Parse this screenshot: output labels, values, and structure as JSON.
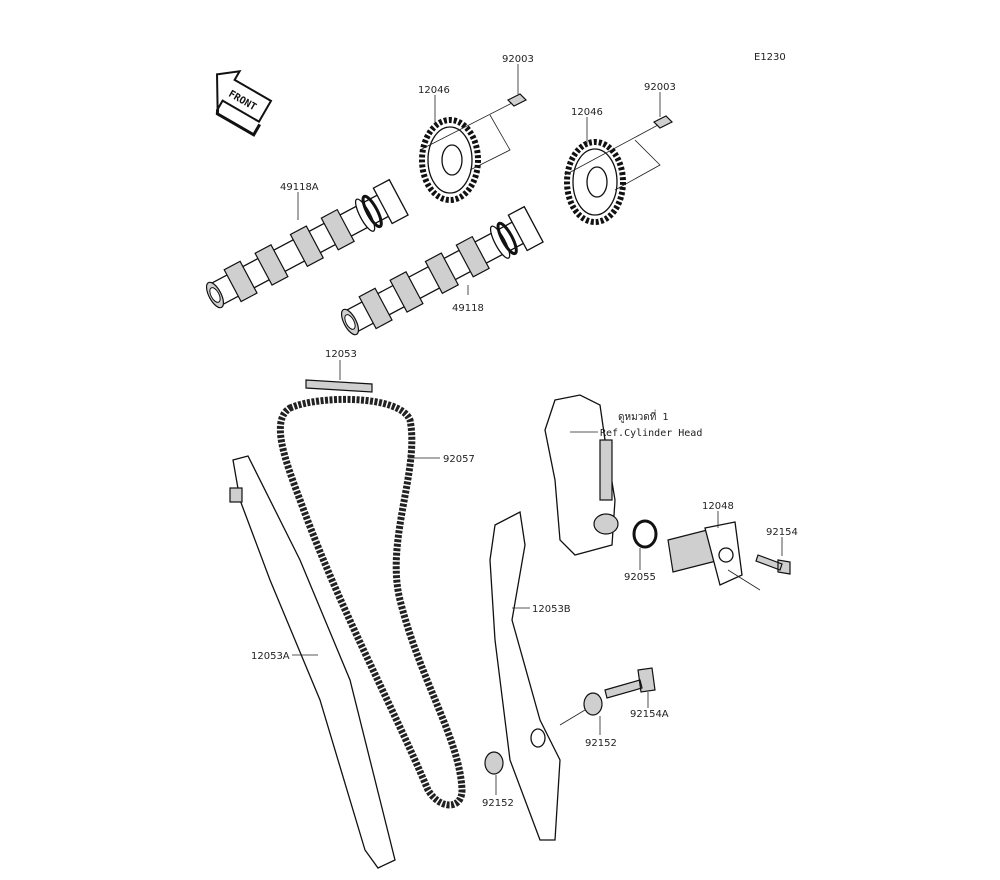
{
  "diagram": {
    "code": "E1230",
    "front_label": "FRONT",
    "parts": {
      "bolt_left": "92003",
      "bolt_right": "92003",
      "sprocket_left": "12046",
      "sprocket_right": "12046",
      "camshaft_exhaust": "49118A",
      "camshaft_intake": "49118",
      "guide_top": "12053",
      "chain": "92057",
      "tensioner": "12048",
      "bolt_tensioner": "92154",
      "o_ring": "92055",
      "guide_right": "12053B",
      "guide_left": "12053A",
      "bolt_guide": "92154A",
      "collar_right": "92152",
      "collar_left": "92152"
    },
    "reference": {
      "thai": "ดูหมวดที่ 1",
      "english": "Ref.Cylinder Head"
    }
  }
}
